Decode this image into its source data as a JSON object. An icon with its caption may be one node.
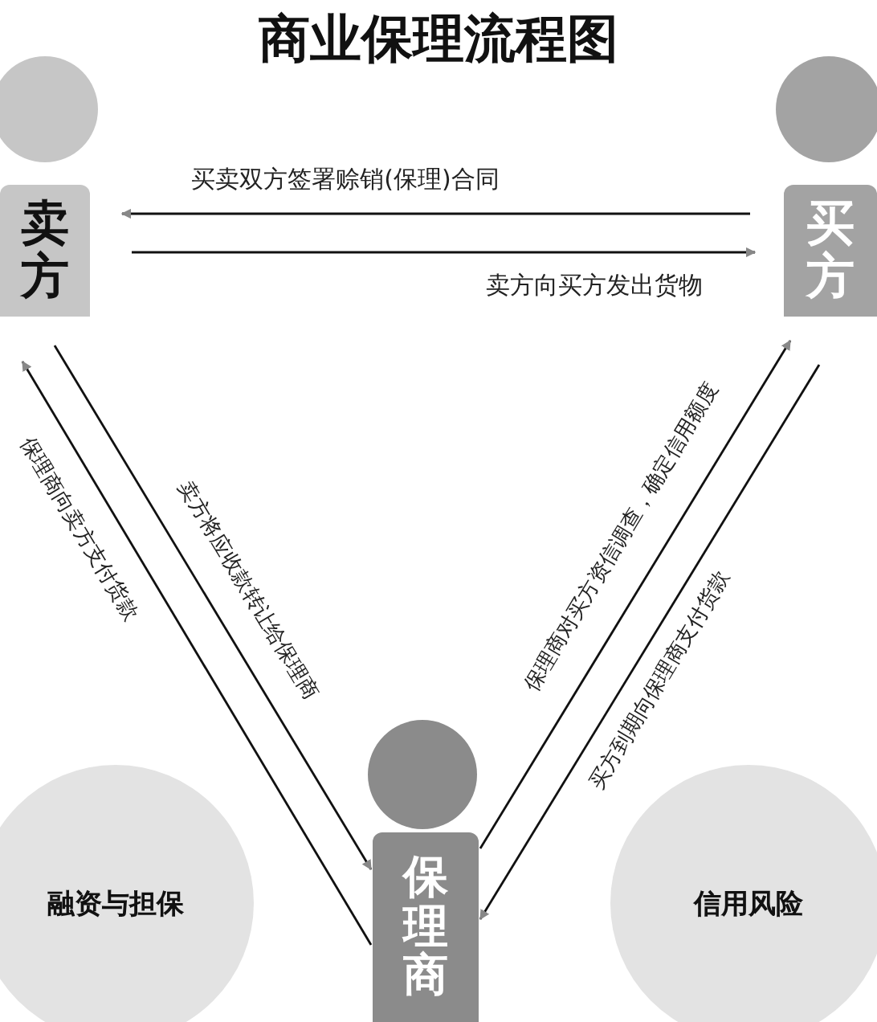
{
  "diagram": {
    "title": "商业保理流程图",
    "nodes": [
      {
        "text": [
          "卖方"
        ]
      },
      {
        "text": [
          "买方"
        ]
      },
      {
        "text": [
          "保理商"
        ]
      },
      {
        "text": [
          "融资与担保"
        ]
      },
      {
        "text": [
          "信用风险"
        ]
      }
    ],
    "edges": [
      {
        "from": 1,
        "to": 0,
        "arrow": "to",
        "label": "买卖双方签署赊销(保理)合同"
      },
      {
        "from": 0,
        "to": 1,
        "arrow": "to",
        "label": "卖方向买方发出货物"
      },
      {
        "from": 2,
        "to": 0,
        "arrow": "to",
        "label": "保理商向卖方支付货款"
      },
      {
        "from": 0,
        "to": 2,
        "arrow": "to",
        "label": "卖方将应收款转让给保理商"
      },
      {
        "from": 2,
        "to": 1,
        "arrow": "to",
        "label": "保理商对买方资信调查，确定信用额度"
      },
      {
        "from": 1,
        "to": 2,
        "arrow": "to",
        "label": "买方到期向保理商支付货款"
      }
    ]
  }
}
